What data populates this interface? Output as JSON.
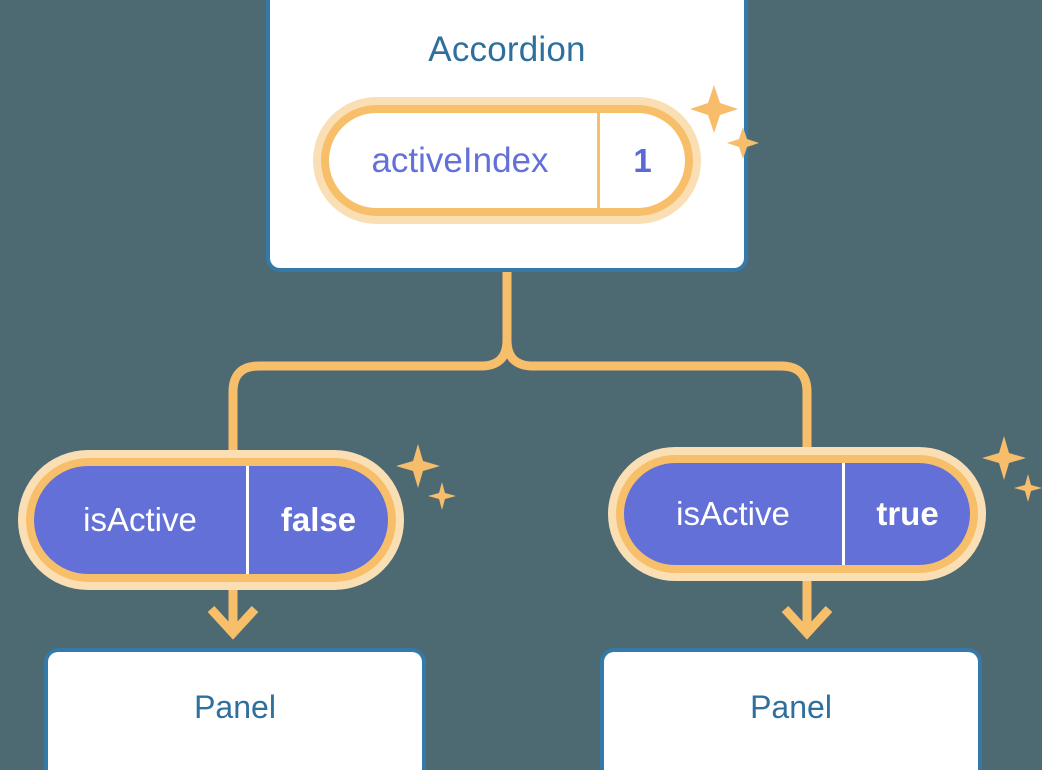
{
  "theme": {
    "background": "#4d6a73",
    "card_border": "#3479a8",
    "card_fill": "#ffffff",
    "title_text": "#2f6f9e",
    "accent_amber": "#f8bf6a",
    "accent_amber_light": "#fbdfb4",
    "accent_purple": "#6370d8",
    "value_purple": "#5b68d8",
    "sparkle": "#f7bd6b",
    "connector": "#f8bf6a"
  },
  "diagram": {
    "type": "component-tree",
    "root": {
      "title": "Accordion",
      "state_badge": {
        "key": "activeIndex",
        "value": "1",
        "style": "white-fill-purple-text"
      },
      "sparkle_icons": [
        "sparkle-large-icon",
        "sparkle-small-icon"
      ]
    },
    "branches": [
      {
        "side": "left",
        "prop_badge": {
          "key": "isActive",
          "value": "false",
          "style": "purple-fill-white-text"
        },
        "sparkle_icons": [
          "sparkle-large-icon",
          "sparkle-small-icon"
        ],
        "arrow": "arrow-down-icon",
        "child": {
          "title": "Panel"
        }
      },
      {
        "side": "right",
        "prop_badge": {
          "key": "isActive",
          "value": "true",
          "style": "purple-fill-white-text"
        },
        "sparkle_icons": [
          "sparkle-large-icon",
          "sparkle-small-icon"
        ],
        "arrow": "arrow-down-icon",
        "child": {
          "title": "Panel"
        }
      }
    ]
  }
}
